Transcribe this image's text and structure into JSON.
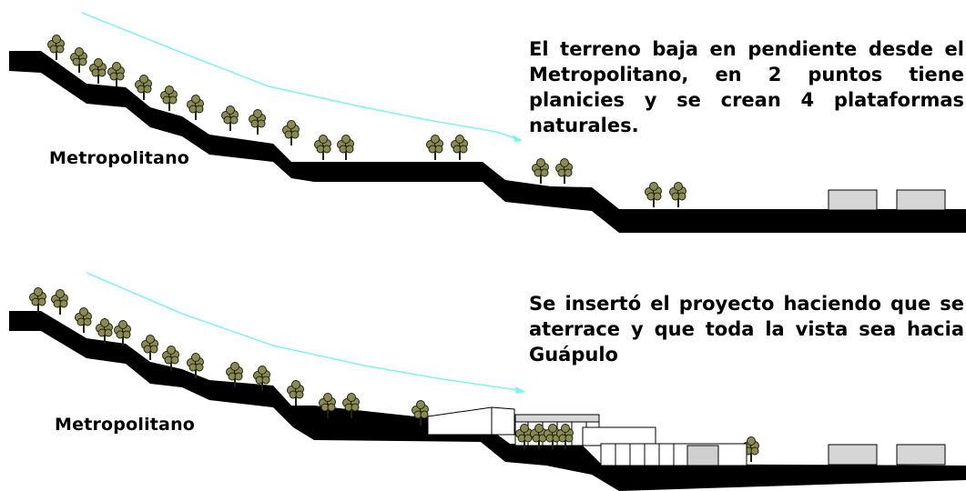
{
  "sections": [
    {
      "location_label": "Metropolitano",
      "description": "El terreno baja en pendiente desde el Metropolitano, en 2 puntos tiene planicies y se crean 4 plataformas naturales."
    },
    {
      "location_label": "Metropolitano",
      "description": "Se insertó el proyecto haciendo que se aterrace y que toda la vista sea hacia Guápulo"
    }
  ],
  "colors": {
    "terrain": "#000000",
    "view_arrow": "#7ff2ee",
    "tree_fill": "#8a8a55",
    "tree_stroke": "#22230f",
    "building_fill": "#d6d6d6",
    "background": "#ffffff"
  }
}
